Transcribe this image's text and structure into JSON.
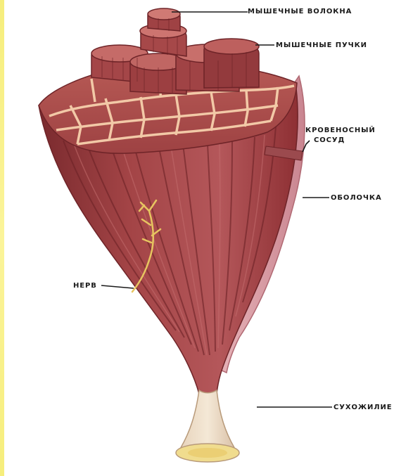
{
  "labels": {
    "muscle_fibers": "МЫШЕЧНЫЕ ВОЛОКНА",
    "muscle_bundles": "МЫШЕЧНЫЕ ПУЧКИ",
    "blood_vessel_line1": "КРОВЕНОСНЫЙ",
    "blood_vessel_line2": "СОСУД",
    "sheath": "ОБОЛОЧКА",
    "nerve": "НЕРВ",
    "tendon": "СУХОЖИЛИЕ"
  },
  "colors": {
    "muscle_dark": "#8e3034",
    "muscle_mid": "#a8484b",
    "muscle_light": "#c8706f",
    "connective_tissue": "#f2c9a7",
    "sheath": "#e3a7ad",
    "tendon": "#ecdcc4",
    "nerve": "#e7c560",
    "background_stripe": "#f6ee7c"
  }
}
